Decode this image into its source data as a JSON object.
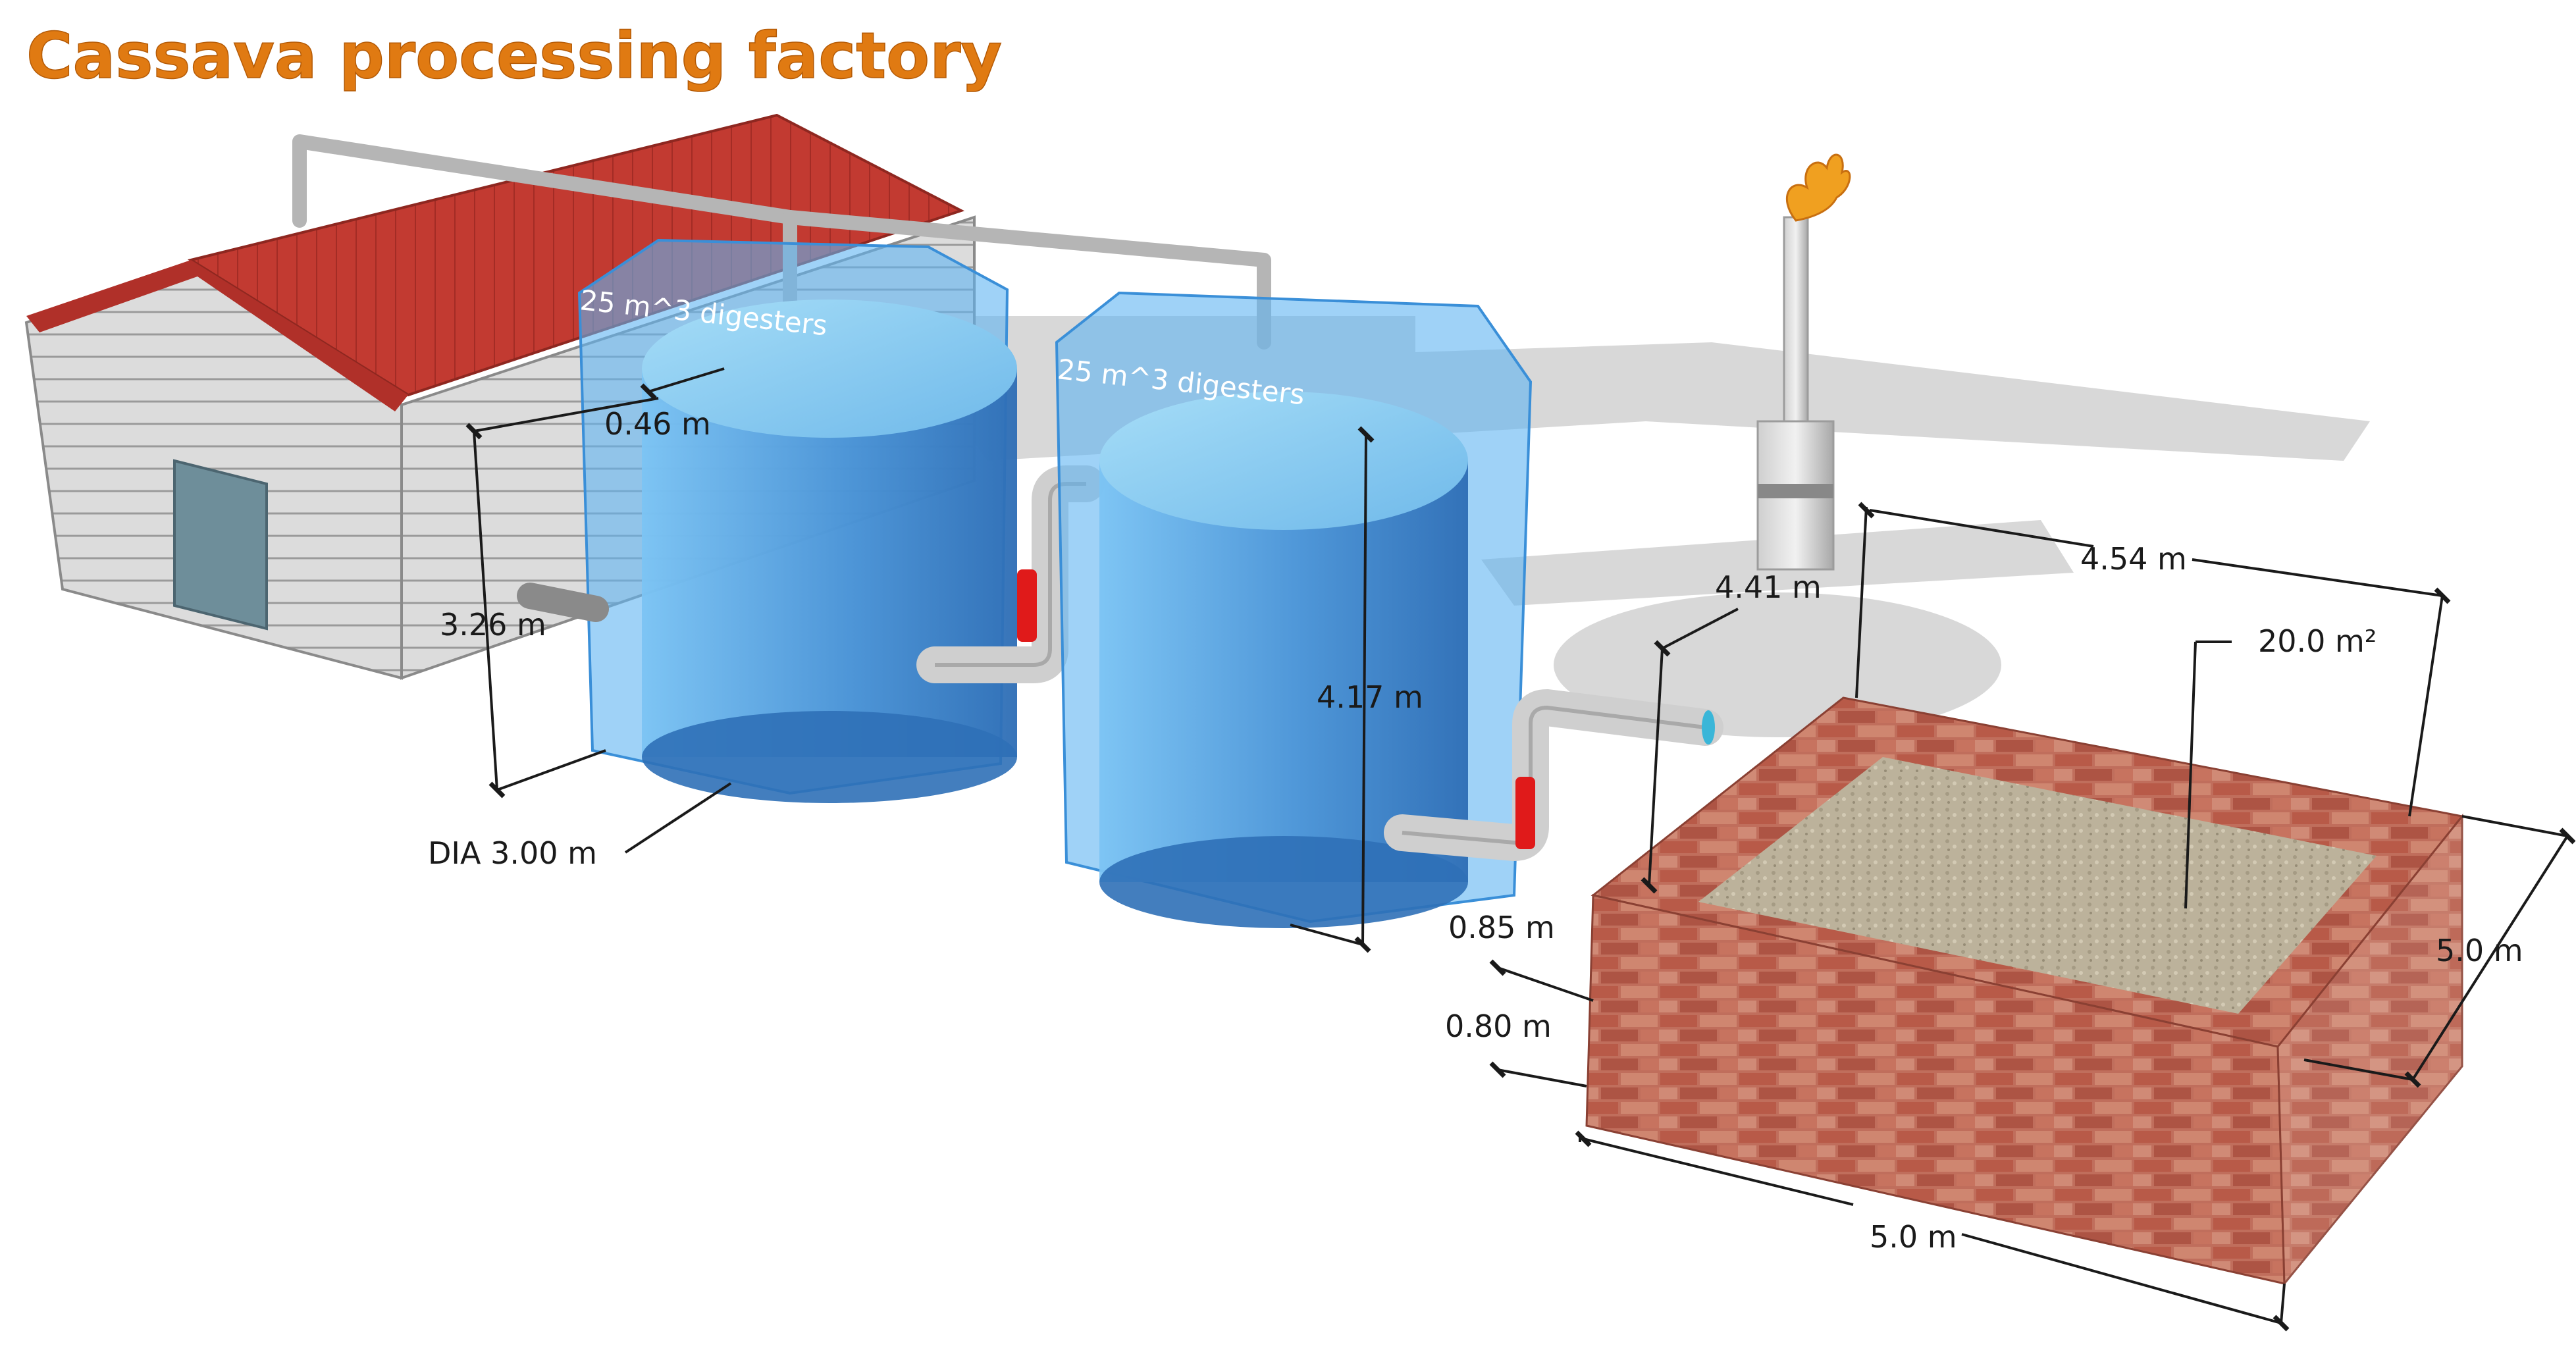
{
  "title": "Cassava processing factory",
  "colors": {
    "title": "#e07a12",
    "roof": "#c43b32",
    "wall": "#d4d4d4",
    "digester_shell": "#5fb4f2",
    "digester_tank": "#3f86cf",
    "pipe": "#c9c9c9",
    "valve": "#e01a1a",
    "brick": "#b95f4e",
    "gravel": "#bdb39c",
    "flame": "#f0a020"
  },
  "digesters": [
    {
      "label": "25 m^3 digesters"
    },
    {
      "label": "25 m^3 digesters"
    }
  ],
  "dimensions": {
    "lid_gap": "0.46 m",
    "digester_height_1": "3.26 m",
    "diameter": "DIA 3.00 m",
    "digester_height_2": "4.17 m",
    "pit_height": "4.41 m",
    "pit_width_back": "4.54 m",
    "pit_area": "20.0 m²",
    "pit_depth_side": "5.0 m",
    "outlet_height": "0.85 m",
    "base_height": "0.80 m",
    "pit_width_front": "5.0 m"
  }
}
